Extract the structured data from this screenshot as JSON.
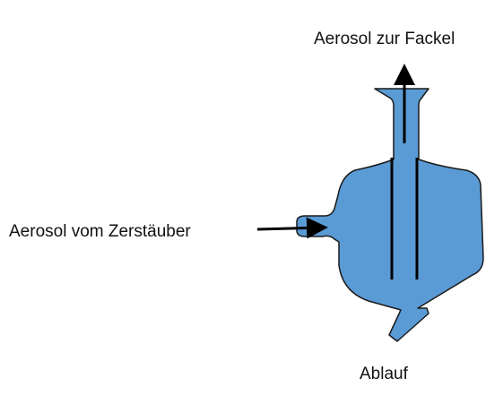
{
  "labels": {
    "aerosol_out": "Aerosol zur Fackel",
    "aerosol_in": "Aerosol vom Zerstäuber",
    "drain": "Ablauf"
  },
  "colors": {
    "chamber_fill": "#5b9bd5",
    "outline": "#1a1a1a",
    "text": "#111111"
  }
}
